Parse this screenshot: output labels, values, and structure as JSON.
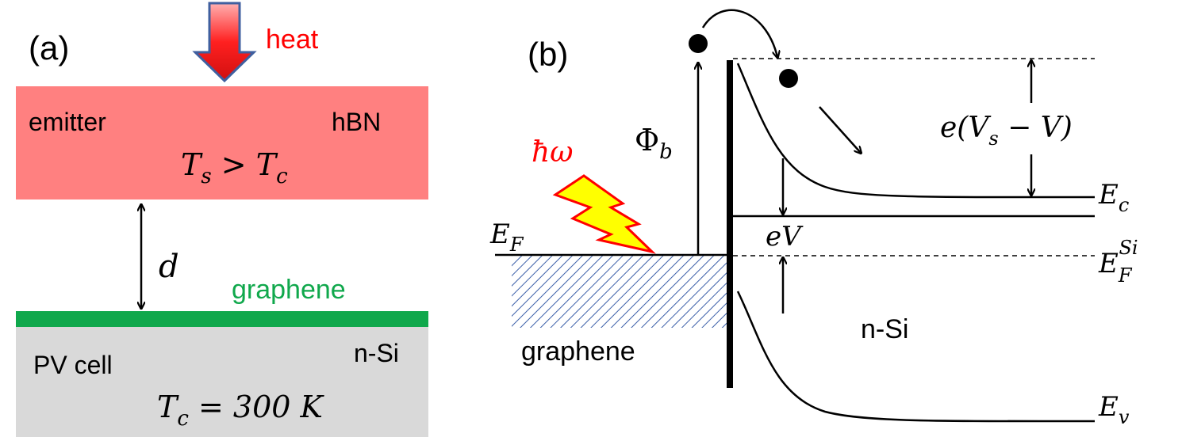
{
  "panel_a": {
    "label": "(a)",
    "heat_label": "heat",
    "emitter_label": "emitter",
    "emitter_material": "hBN",
    "temp_relation": {
      "left": "T",
      "left_sub": "s",
      "op": " > ",
      "right": "T",
      "right_sub": "c"
    },
    "gap_label": "d",
    "graphene_label": "graphene",
    "pv_label": "PV cell",
    "pv_material": "n-Si",
    "pv_temp": {
      "sym": "T",
      "sub": "c",
      "rest": " = 300 K"
    },
    "colors": {
      "emitter": "#ff8080",
      "graphene_layer": "#10a84c",
      "pv_cell": "#d9d9d9",
      "heat_text": "#ff0000",
      "graphene_text": "#10a84c",
      "arrow_fill": "#e83030",
      "arrow_stroke": "#3f5f9f"
    }
  },
  "panel_b": {
    "label": "(b)",
    "photon_label": "ħω",
    "barrier": {
      "sym": "Φ",
      "sub": "b"
    },
    "fermi_left": {
      "sym": "E",
      "sub": "F"
    },
    "graphene_label": "graphene",
    "nsi_label": "n-Si",
    "voltage_label": "eV",
    "offset_label": {
      "pre": "e(V",
      "sub": "s",
      "post": " − V)"
    },
    "ec_label": {
      "sym": "E",
      "sub": "c"
    },
    "ev_label": {
      "sym": "E",
      "sub": "v"
    },
    "ef_si_label": {
      "sym": "E",
      "sub": "F",
      "sup": "Si"
    },
    "colors": {
      "photon_text": "#ff0000",
      "bolt_fill": "#ffff00",
      "bolt_stroke": "#ff0000",
      "hatch": "#3a5ea8"
    }
  }
}
